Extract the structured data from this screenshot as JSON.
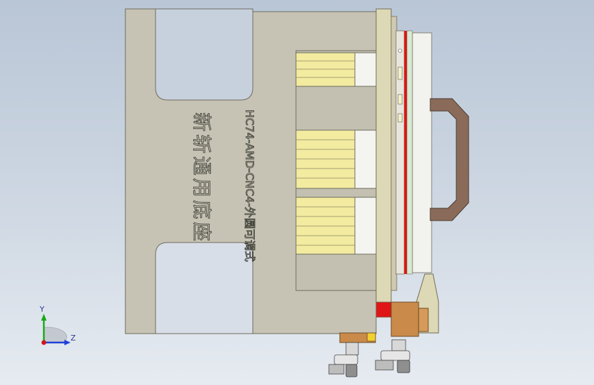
{
  "viewport": {
    "background_top": "#b9c6d6",
    "background_bottom": "#e6ebf1"
  },
  "part": {
    "model_code": "HC74-AMD-CNC4-外圆可调式",
    "engraved_title": "新斩通用底座",
    "colors": {
      "base_plate": "#c6c3b4",
      "base_plate_edge": "#6e6b5c",
      "clamp_blocks": "#f2eba0",
      "cylinder": "#c98a4a",
      "stop_block": "#8a6b5a",
      "red_marker": "#e01515"
    }
  },
  "triad": {
    "y_label": "Y",
    "z_label": "Z",
    "y_color": "#18a818",
    "z_color": "#2040d8",
    "origin_color": "#d01818"
  }
}
